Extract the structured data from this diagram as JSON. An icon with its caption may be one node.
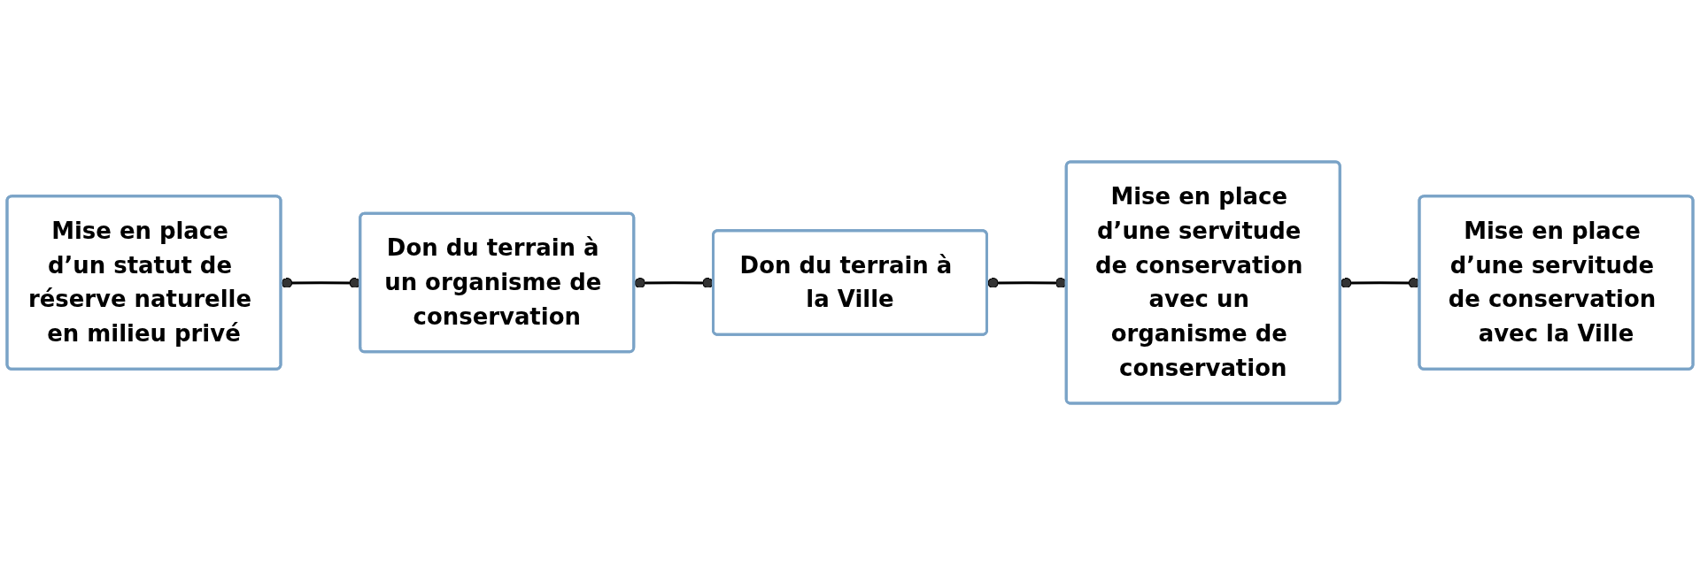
{
  "diagram": {
    "nodes": [
      {
        "text": [
          "Mise en place d’un statut de réserve naturelle en milieu privé"
        ]
      },
      {
        "text": [
          "Don du terrain à un organisme de conservation"
        ]
      },
      {
        "text": [
          "Don du terrain à la Ville"
        ]
      },
      {
        "text": [
          "Mise en place d’une servitude de conservation avec un organisme de conservation"
        ]
      },
      {
        "text": [
          "Mise en place d’une servitude de conservation avec la Ville"
        ]
      }
    ],
    "edges": [
      {
        "from": 0,
        "to": 1,
        "arrow": "other"
      },
      {
        "from": 1,
        "to": 2,
        "arrow": "other"
      },
      {
        "from": 2,
        "to": 3,
        "arrow": "other"
      },
      {
        "from": 3,
        "to": 4,
        "arrow": "other"
      }
    ]
  }
}
